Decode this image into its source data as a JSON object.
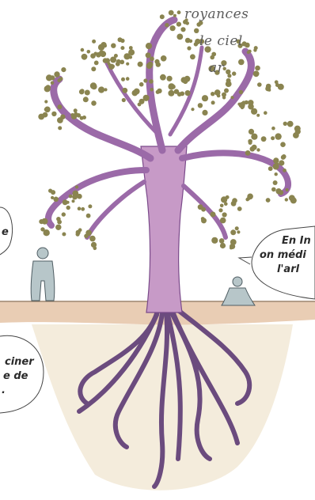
{
  "top_text": {
    "line1": "royances",
    "line2": "le ciel",
    "line3": "ar"
  },
  "left_bubble": {
    "letter": "e"
  },
  "bottom_left_bubble": {
    "line1": "ciner",
    "line2": "e de",
    "line3": "."
  },
  "right_bubble": {
    "line1": "En In",
    "line2": "on médi",
    "line3": "l'arl"
  },
  "colors": {
    "trunk": "#c79ac7",
    "trunk_dark": "#7a4a8a",
    "leaves": "#8a8450",
    "ground": "#e9cdb4",
    "soil": "#f3eadb",
    "figure": "#b7c6c9"
  }
}
